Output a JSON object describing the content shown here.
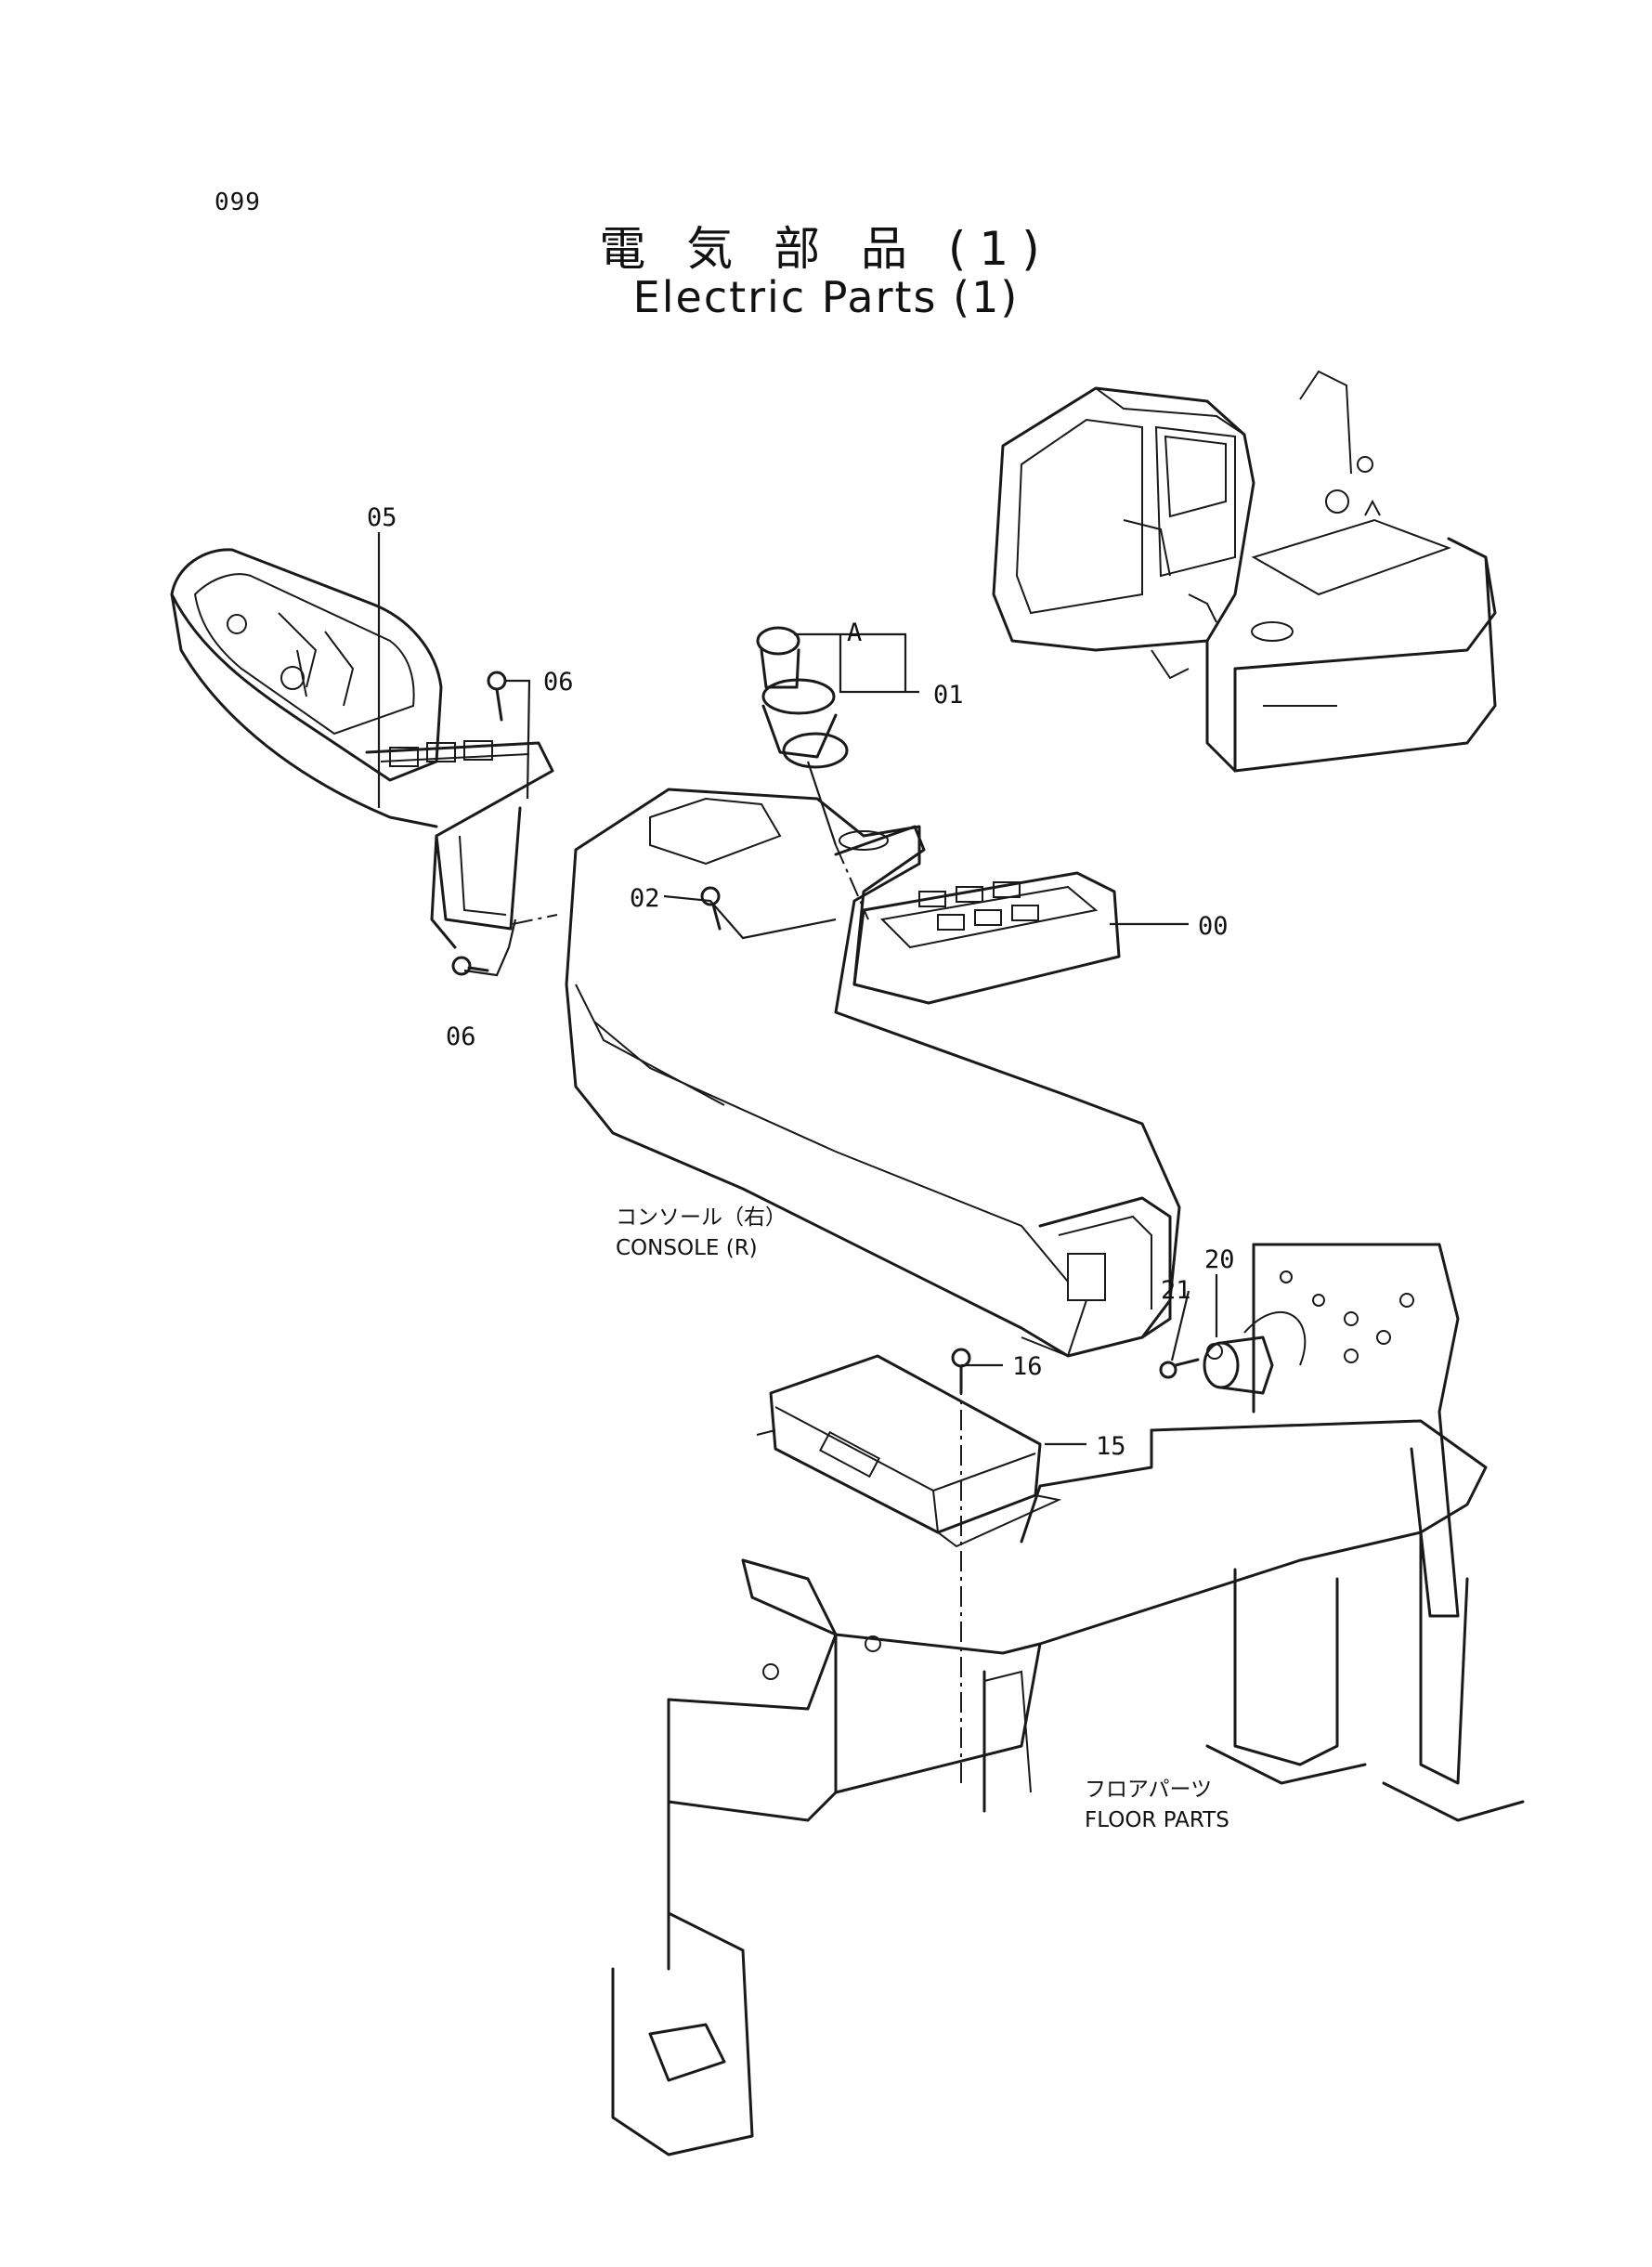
{
  "page_number": "099",
  "title": {
    "japanese": "電 気 部 品 (1)",
    "english": "Electric Parts (1)"
  },
  "callouts": [
    {
      "id": "05",
      "text": "05"
    },
    {
      "id": "06a",
      "text": "06"
    },
    {
      "id": "06b",
      "text": "06"
    },
    {
      "id": "A",
      "text": "A"
    },
    {
      "id": "01",
      "text": "01"
    },
    {
      "id": "02",
      "text": "02"
    },
    {
      "id": "00",
      "text": "00"
    },
    {
      "id": "21",
      "text": "21"
    },
    {
      "id": "20",
      "text": "20"
    },
    {
      "id": "16",
      "text": "16"
    },
    {
      "id": "15",
      "text": "15"
    }
  ],
  "notes": {
    "console_jp": "コンソール（右）",
    "console_en": "CONSOLE (R)",
    "floor_jp": "フロアパーツ",
    "floor_en": "FLOOR PARTS"
  }
}
